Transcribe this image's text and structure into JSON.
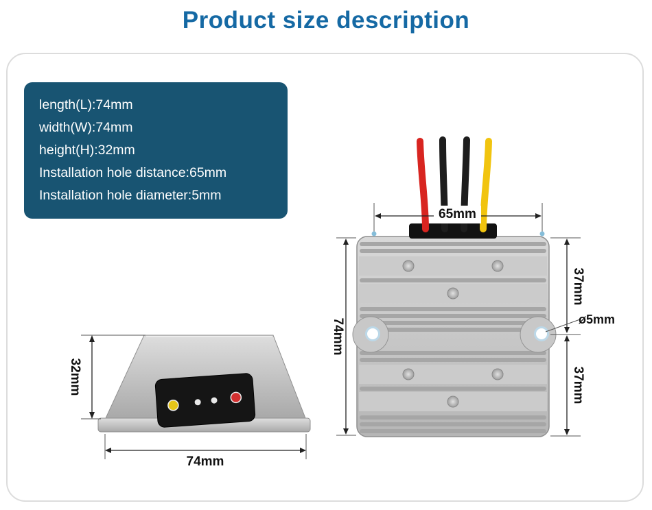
{
  "page": {
    "title": "Product size description"
  },
  "spec_panel": {
    "items": [
      "length(L):74mm",
      "width(W):74mm",
      "height(H):32mm",
      "Installation hole distance:65mm",
      "Installation hole diameter:5mm"
    ]
  },
  "dimension_labels": {
    "side_height": "32mm",
    "side_length": "74mm",
    "hole_distance": "65mm",
    "top_length": "74mm",
    "hole_to_top": "37mm",
    "hole_to_bottom": "37mm",
    "hole_diameter": "ø5mm"
  },
  "colors": {
    "title": "#1569a4",
    "spec_panel_bg": "#185472",
    "wire_red": "#d82520",
    "wire_black": "#1d1d1d",
    "wire_yellow": "#f1c40f",
    "indicator_red": "#d32f2f",
    "indicator_yellow": "#e6c619",
    "hole_ring": "#bcd8e8"
  }
}
